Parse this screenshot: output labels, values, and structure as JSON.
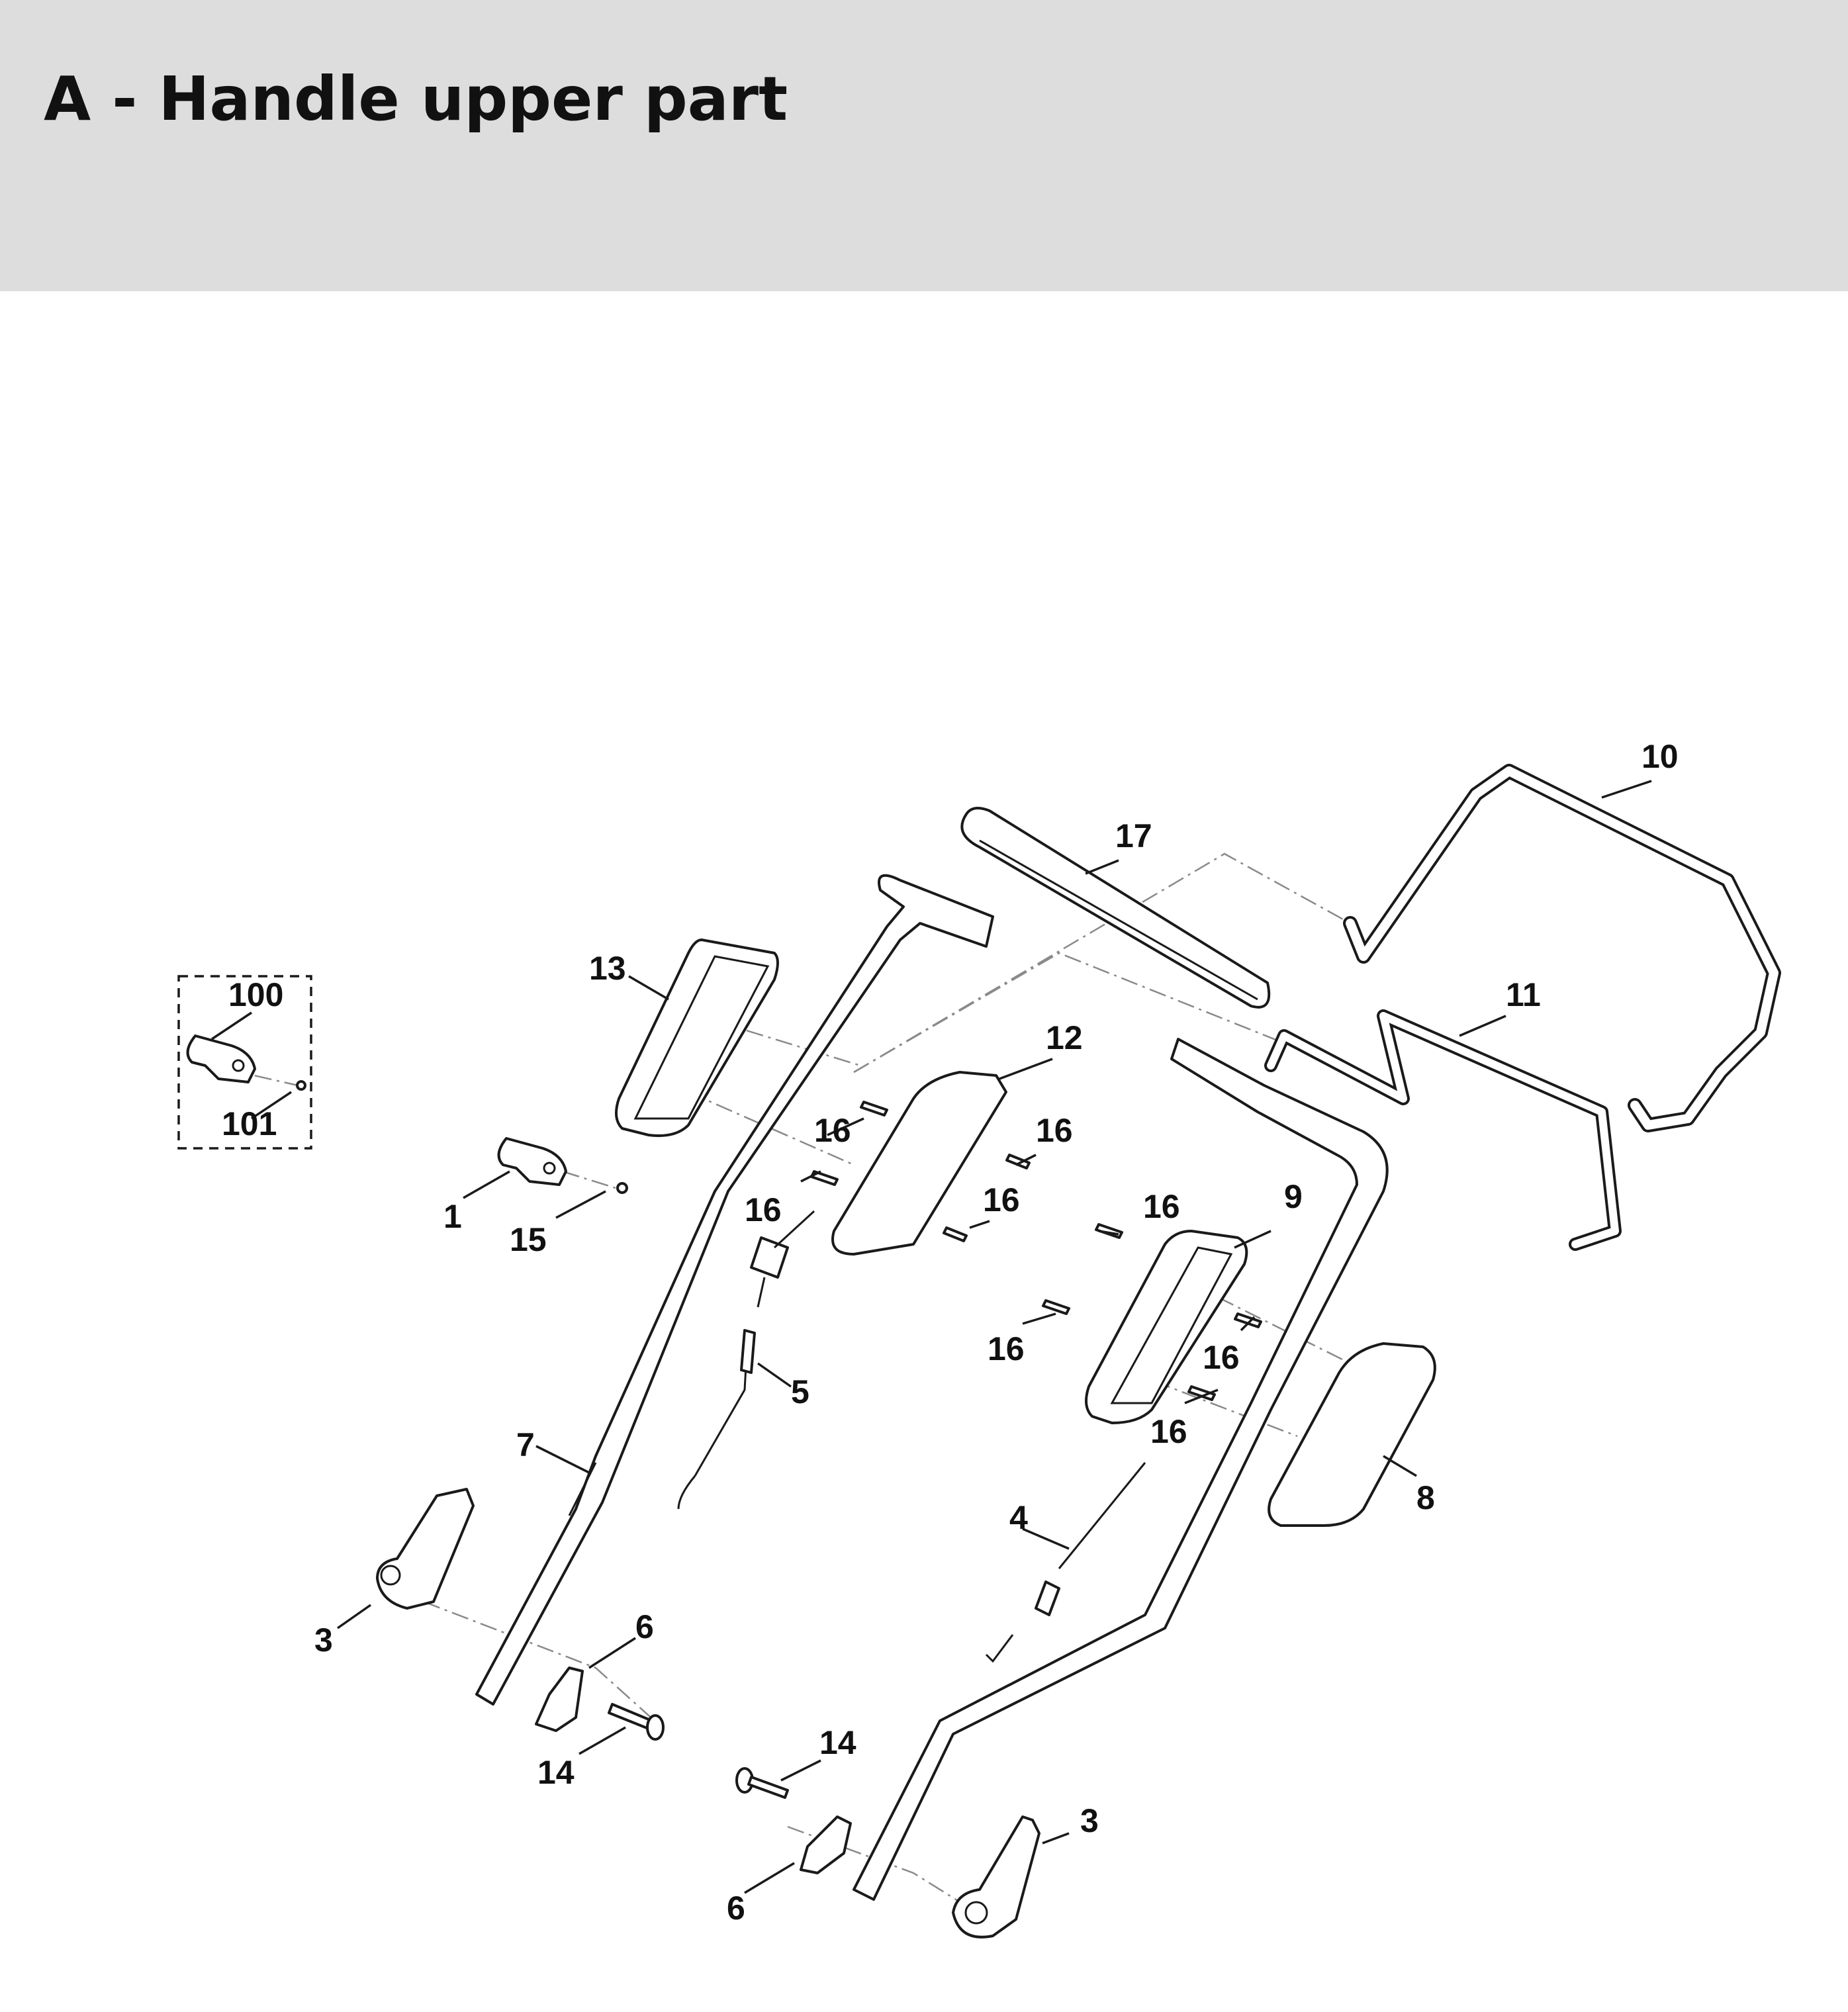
{
  "header": {
    "title": "A - Handle upper part",
    "background": "#dcdddc"
  },
  "diagram": {
    "labels": [
      {
        "id": "l10",
        "text": "10"
      },
      {
        "id": "l17",
        "text": "17"
      },
      {
        "id": "l13",
        "text": "13"
      },
      {
        "id": "l100",
        "text": "100"
      },
      {
        "id": "l101",
        "text": "101"
      },
      {
        "id": "l11",
        "text": "11"
      },
      {
        "id": "l12",
        "text": "12"
      },
      {
        "id": "l16a",
        "text": "16"
      },
      {
        "id": "l16b",
        "text": "16"
      },
      {
        "id": "l16c",
        "text": "16"
      },
      {
        "id": "l16d",
        "text": "16"
      },
      {
        "id": "l16e",
        "text": "16"
      },
      {
        "id": "l16f",
        "text": "16"
      },
      {
        "id": "l16g",
        "text": "16"
      },
      {
        "id": "l16h",
        "text": "16"
      },
      {
        "id": "l9",
        "text": "9"
      },
      {
        "id": "l1",
        "text": "1"
      },
      {
        "id": "l15",
        "text": "15"
      },
      {
        "id": "l5",
        "text": "5"
      },
      {
        "id": "l7",
        "text": "7"
      },
      {
        "id": "l8",
        "text": "8"
      },
      {
        "id": "l4",
        "text": "4"
      },
      {
        "id": "l3a",
        "text": "3"
      },
      {
        "id": "l3b",
        "text": "3"
      },
      {
        "id": "l6a",
        "text": "6"
      },
      {
        "id": "l6b",
        "text": "6"
      },
      {
        "id": "l14a",
        "text": "14"
      },
      {
        "id": "l14b",
        "text": "14"
      }
    ]
  }
}
